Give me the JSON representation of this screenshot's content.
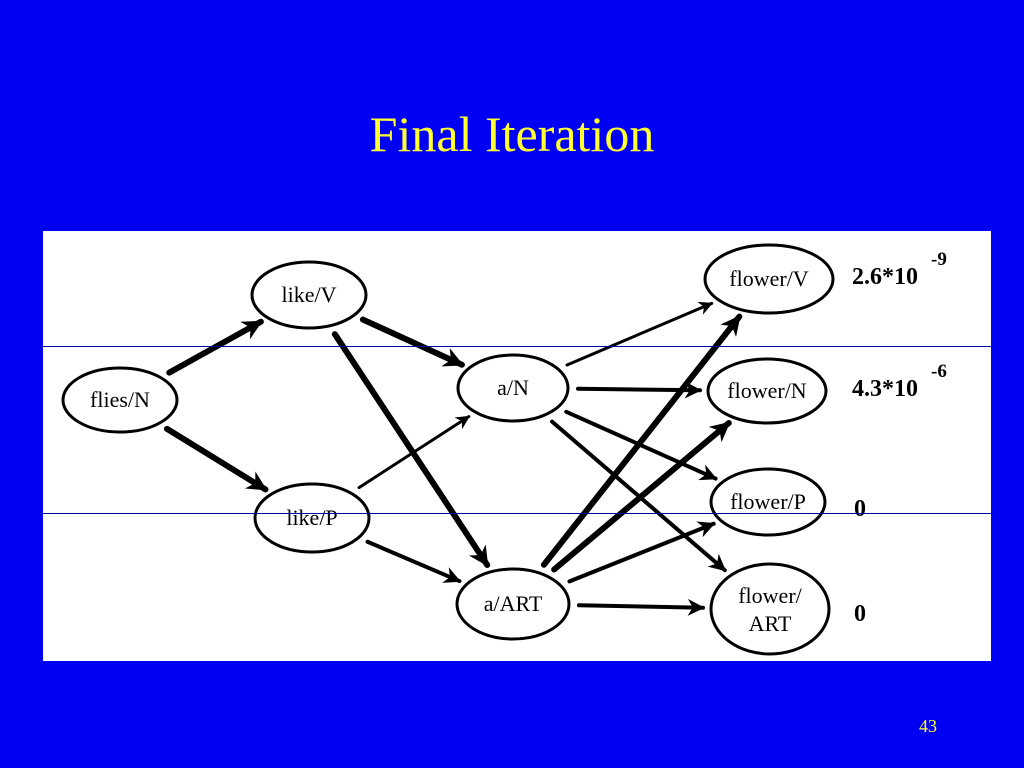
{
  "title": "Final Iteration",
  "page_number": "43",
  "colors": {
    "background": "#0000f2",
    "title": "#ffff33",
    "panel": "#ffffff",
    "ink": "#000000"
  },
  "nodes": [
    {
      "id": "flies-N",
      "label": "flies/N"
    },
    {
      "id": "like-V",
      "label": "like/V"
    },
    {
      "id": "like-P",
      "label": "like/P"
    },
    {
      "id": "a-N",
      "label": "a/N"
    },
    {
      "id": "a-ART",
      "label": "a/ART"
    },
    {
      "id": "flower-V",
      "label": "flower/V"
    },
    {
      "id": "flower-N",
      "label": "flower/N"
    },
    {
      "id": "flower-P",
      "label": "flower/P"
    },
    {
      "id": "flower-ART",
      "label": "flower/",
      "label2": "ART"
    }
  ],
  "edges": [
    {
      "from": "flies-N",
      "to": "like-V",
      "weight": "thick"
    },
    {
      "from": "flies-N",
      "to": "like-P",
      "weight": "thick"
    },
    {
      "from": "like-V",
      "to": "a-N",
      "weight": "thick"
    },
    {
      "from": "like-V",
      "to": "a-ART",
      "weight": "thick"
    },
    {
      "from": "like-P",
      "to": "a-N",
      "weight": "thin"
    },
    {
      "from": "like-P",
      "to": "a-ART",
      "weight": "medium"
    },
    {
      "from": "a-N",
      "to": "flower-V",
      "weight": "thin"
    },
    {
      "from": "a-N",
      "to": "flower-N",
      "weight": "medium"
    },
    {
      "from": "a-N",
      "to": "flower-P",
      "weight": "medium"
    },
    {
      "from": "a-N",
      "to": "flower-ART",
      "weight": "medium"
    },
    {
      "from": "a-ART",
      "to": "flower-V",
      "weight": "thick"
    },
    {
      "from": "a-ART",
      "to": "flower-N",
      "weight": "thick"
    },
    {
      "from": "a-ART",
      "to": "flower-P",
      "weight": "medium"
    },
    {
      "from": "a-ART",
      "to": "flower-ART",
      "weight": "medium"
    }
  ],
  "scores": [
    {
      "node": "flower-V",
      "base": "2.6*10",
      "exp": "-9"
    },
    {
      "node": "flower-N",
      "base": "4.3*10",
      "exp": "-6"
    },
    {
      "node": "flower-P",
      "base": "0",
      "exp": ""
    },
    {
      "node": "flower-ART",
      "base": "0",
      "exp": ""
    }
  ]
}
